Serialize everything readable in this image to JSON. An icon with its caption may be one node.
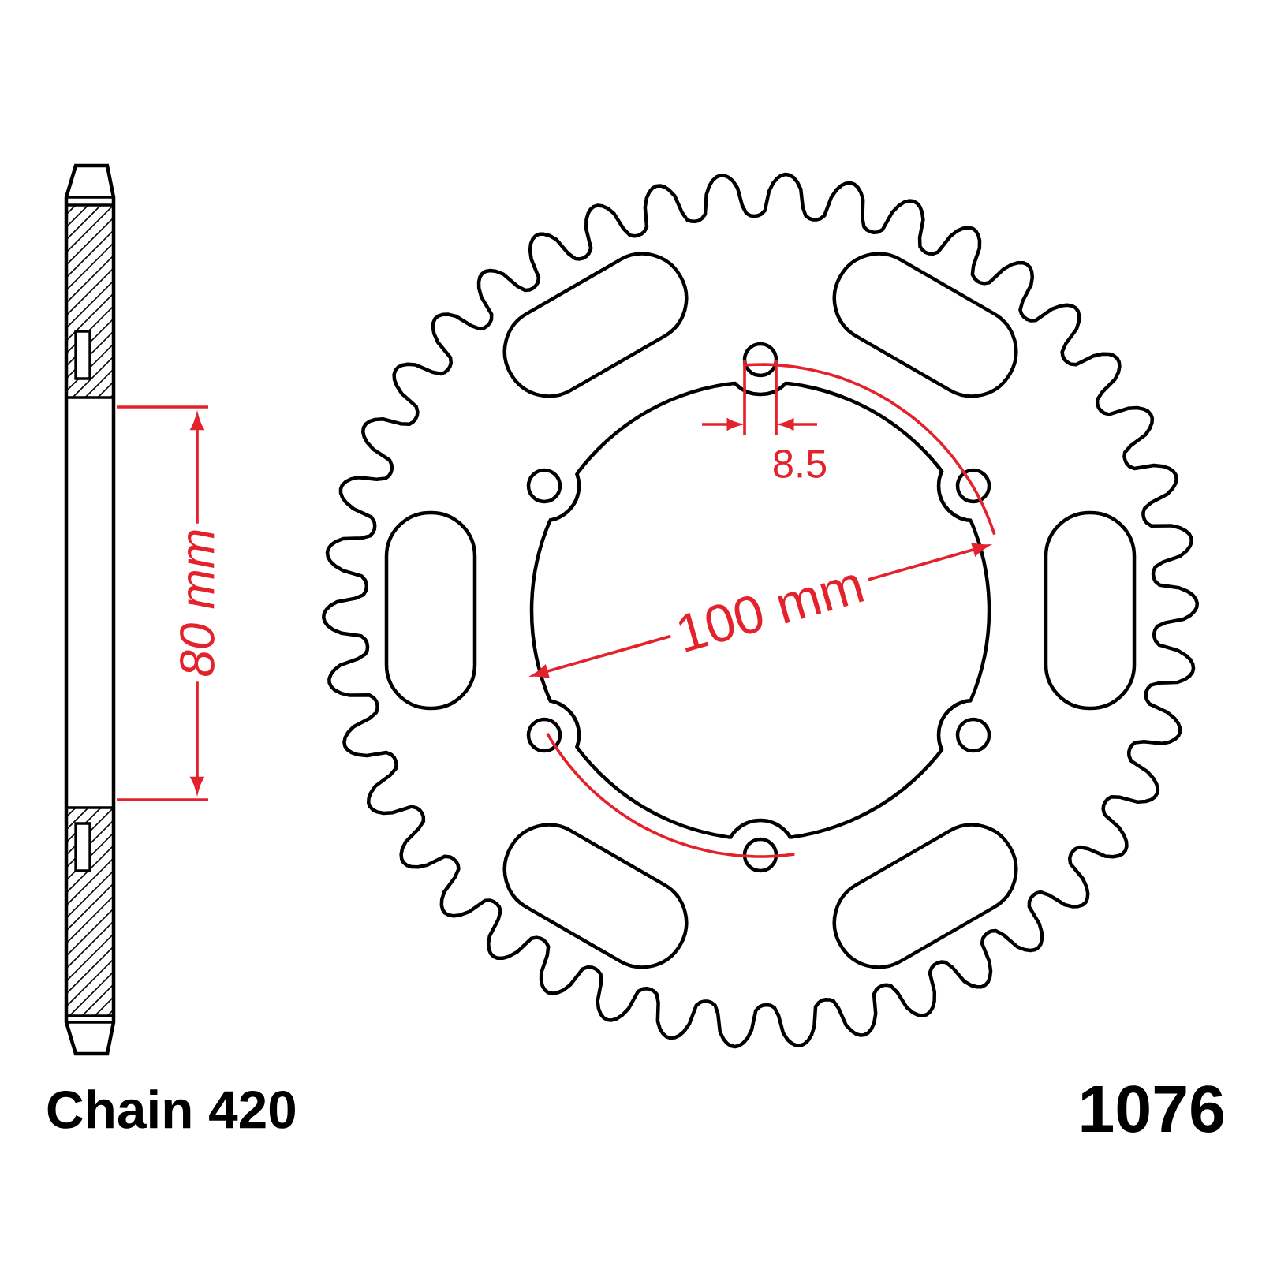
{
  "diagram": {
    "labels": [
      "80 mm",
      "8.5",
      "100 mm",
      "Chain 420",
      "1076"
    ]
  }
}
